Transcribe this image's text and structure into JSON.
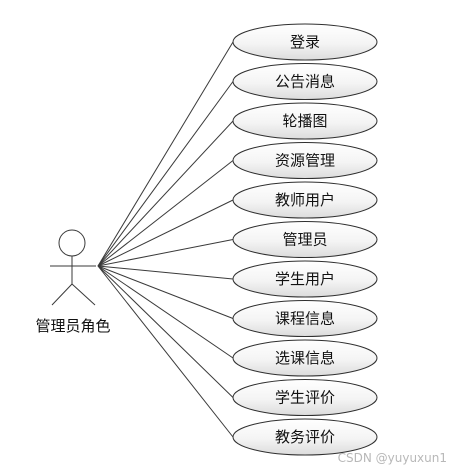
{
  "diagram": {
    "actor": {
      "label": "管理员角色"
    },
    "use_cases": [
      {
        "label": "登录"
      },
      {
        "label": "公告消息"
      },
      {
        "label": "轮播图"
      },
      {
        "label": "资源管理"
      },
      {
        "label": "教师用户"
      },
      {
        "label": "管理员"
      },
      {
        "label": "学生用户"
      },
      {
        "label": "课程信息"
      },
      {
        "label": "选课信息"
      },
      {
        "label": "学生评价"
      },
      {
        "label": "教务评价"
      }
    ]
  },
  "watermark": {
    "text": "CSDN @yuyuxun1"
  }
}
